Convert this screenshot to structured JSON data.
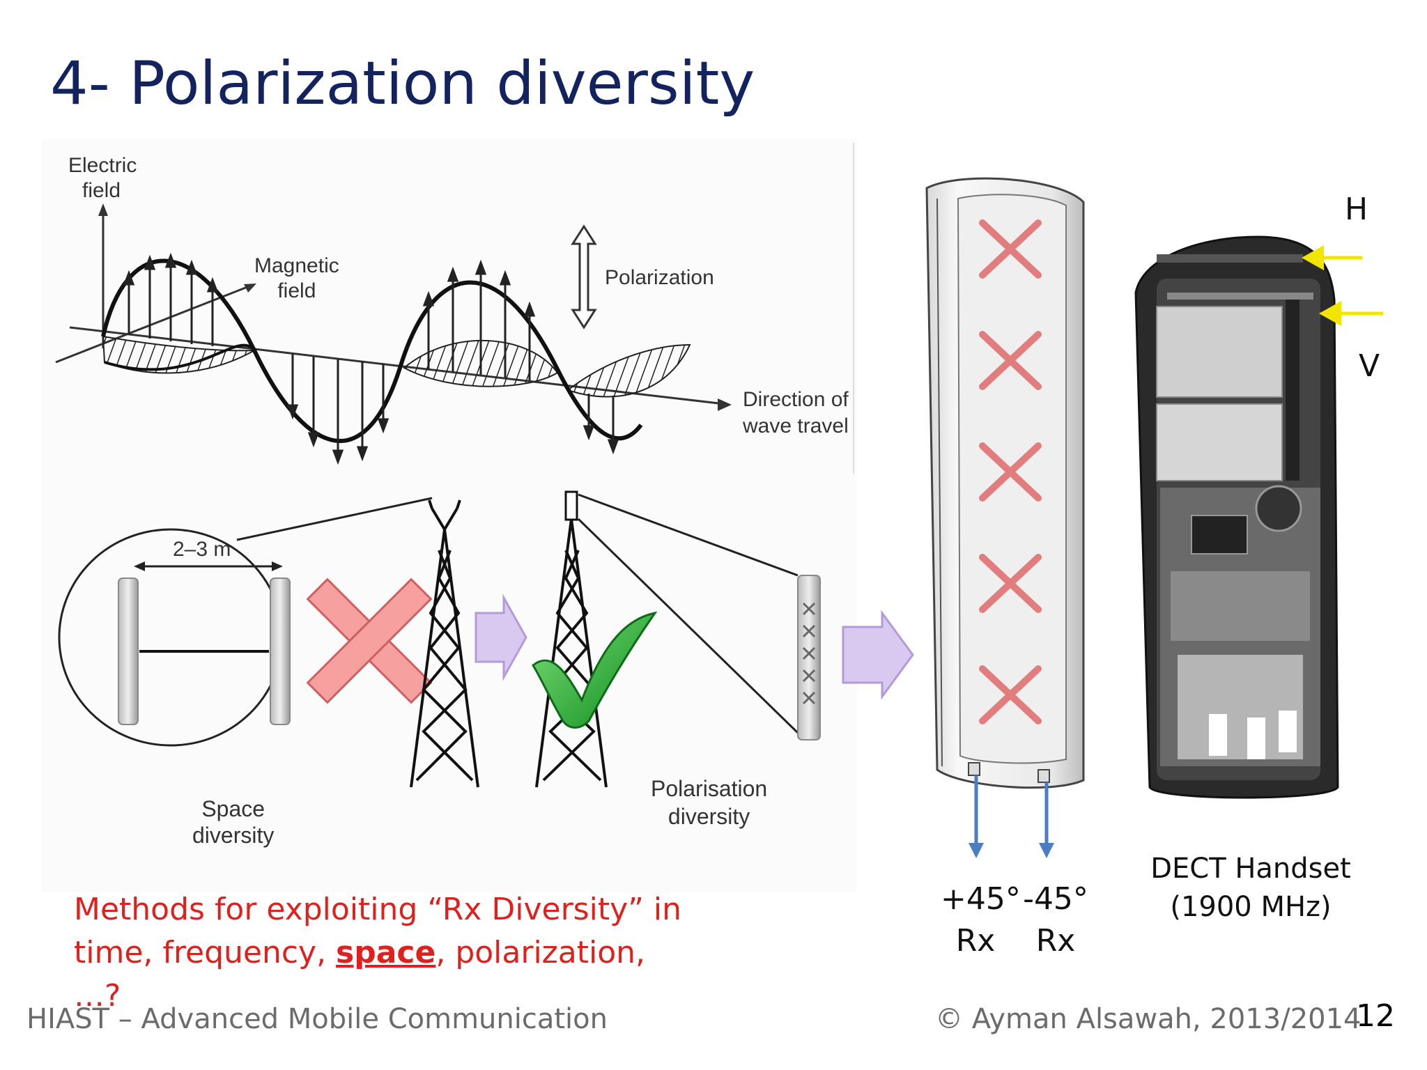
{
  "slide": {
    "title": "4- Polarization diversity",
    "wave_figure": {
      "electric_field_line1": "Electric",
      "electric_field_line2": "field",
      "magnetic_field_line1": "Magnetic",
      "magnetic_field_line2": "field",
      "polarization": "Polarization",
      "direction_line1": "Direction of",
      "direction_line2": "wave travel"
    },
    "diversity_figure": {
      "spacing": "2–3 m",
      "space_line1": "Space",
      "space_line2": "diversity",
      "polarisation_line1": "Polarisation",
      "polarisation_line2": "diversity"
    },
    "antenna": {
      "plus_angle": "+45°",
      "minus_angle": "-45°",
      "plus_rx": "Rx",
      "minus_rx": "Rx"
    },
    "handset": {
      "h_label": "H",
      "v_label": "V",
      "caption_line1": "DECT Handset",
      "caption_line2": "(1900 MHz)"
    },
    "note": {
      "part1": "Methods for exploiting “Rx Diversity”  in",
      "part2": "time, frequency, ",
      "part3": "space",
      "part4": ", polarization, …?"
    },
    "footer_left": "HIAST  – Advanced Mobile Communication",
    "footer_right": "© Ayman Alsawah, 2013/2014",
    "page_number": "12",
    "colors": {
      "title": "#12235f",
      "note": "#e0201c",
      "arrow_fill": "#d9c8f0",
      "yellow_arrow": "#f2e600",
      "rx_arrow": "#4a7ec0"
    }
  }
}
